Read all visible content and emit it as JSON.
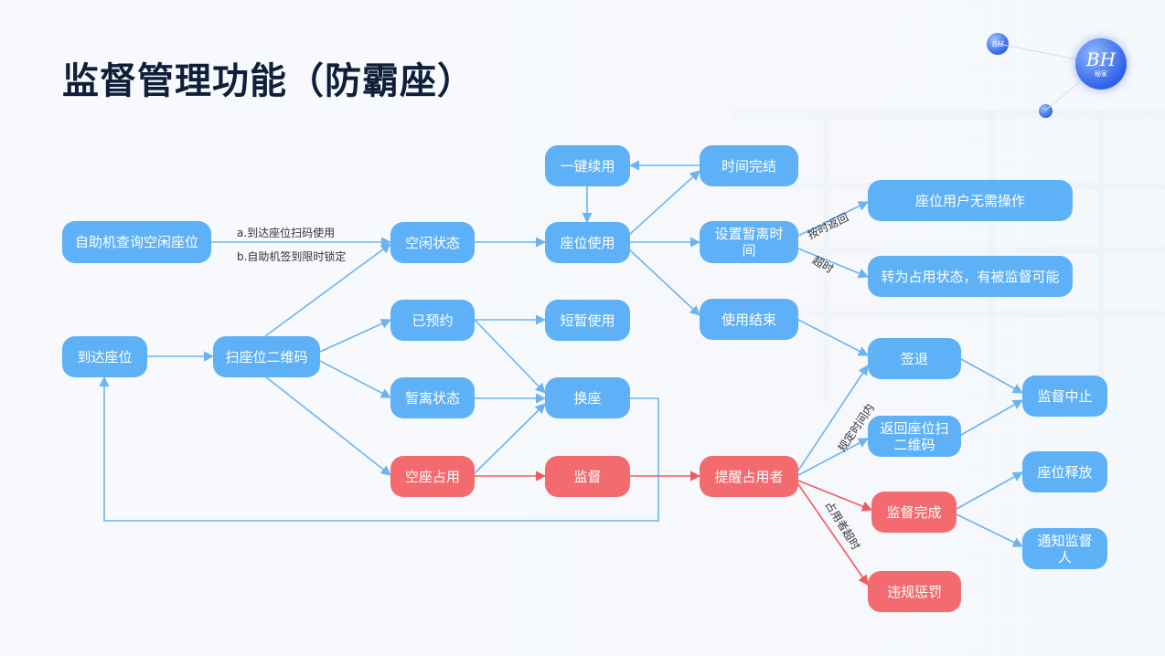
{
  "title": "监督管理功能（防霸座）",
  "logo": {
    "mono": "BH",
    "small": "秘家"
  },
  "badge": "BH",
  "colors": {
    "blue": "#5fb1f7",
    "red": "#f36b6e",
    "arrow_blue": "#6cb4f0",
    "arrow_red": "#f05a5e"
  },
  "nodes": {
    "self_query": "自助机查询空闲座位",
    "arrive": "到达座位",
    "scan": "扫座位二维码",
    "idle": "空闲状态",
    "reserved": "已预约",
    "temp_leave": "暂离状态",
    "occupied": "空座占用",
    "renew": "一键续用",
    "seat_use": "座位使用",
    "short_use": "短暂使用",
    "change_seat": "换座",
    "supervise": "监督",
    "time_up": "时间完结",
    "set_leave": "设置暂离时间",
    "use_end": "使用结束",
    "remind": "提醒占用者",
    "no_action": "座位用户无需操作",
    "to_occupied": "转为占用状态，有被监督可能",
    "checkout": "签退",
    "return_scan": "返回座位扫二维码",
    "supervise_done": "监督完成",
    "penalty": "违规惩罚",
    "supervise_stop": "监督中止",
    "seat_release": "座位释放",
    "notify": "通知监督人"
  },
  "edge_labels": {
    "scan_use": "a.到达座位扫码使用",
    "lock": "b.自助机签到限时锁定",
    "return_on_time": "按时返回",
    "overtime": "超时",
    "within_time": "规定时间内",
    "occupier_overtime": "占用者超时"
  }
}
